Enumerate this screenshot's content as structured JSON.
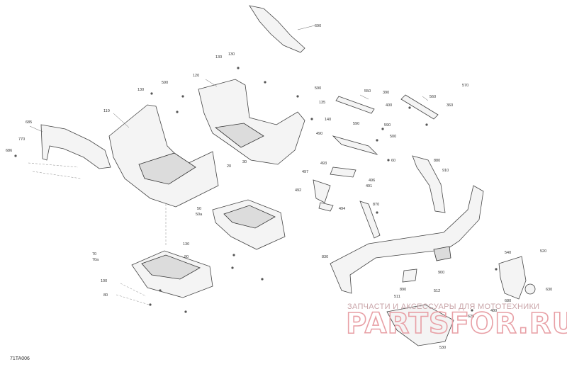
{
  "diagram": {
    "id_label": "71TA006",
    "callouts": {
      "c690": "690",
      "c130a": "130",
      "c130b": "130",
      "c120": "120",
      "c130c": "130",
      "c590a": "590",
      "c590b": "590",
      "c135": "135",
      "c110": "110",
      "c685": "685",
      "c770": "770",
      "c686": "686",
      "c30": "30",
      "c20": "20",
      "c140": "140",
      "c550": "550",
      "c390": "390",
      "c590c": "590",
      "c590d": "590",
      "c490": "490",
      "c500": "500",
      "c570": "570",
      "c560": "560",
      "c400": "400",
      "c360": "360",
      "c60": "60",
      "c493": "493",
      "c497": "497",
      "c496": "496",
      "c491": "491",
      "c492": "492",
      "c494": "494",
      "c870": "870",
      "c880": "880",
      "c910": "910",
      "c50": "50",
      "c50a": "50a",
      "c130d": "130",
      "c90": "90",
      "c70": "70",
      "c70a": "70a",
      "c100": "100",
      "c80": "80",
      "c830": "830",
      "c900": "900",
      "c890": "890",
      "c511": "511",
      "c512": "512",
      "c540": "540",
      "c520": "520",
      "c530": "530",
      "c630": "630",
      "c480": "480",
      "c680": "680",
      "c620": "620"
    }
  },
  "watermark": {
    "caption": "ЗАПЧАСТИ И АКСЕССУАРЫ ДЛЯ МОТОТЕХНИКИ",
    "logo": "PARTSFOR.RU"
  }
}
